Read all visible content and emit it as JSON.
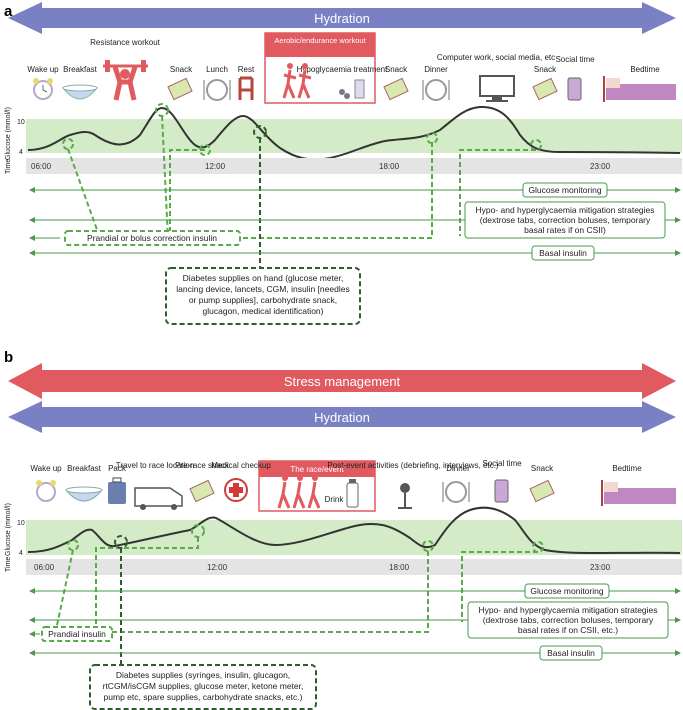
{
  "panel_a": {
    "letter": "a",
    "banner": "Hydration",
    "banner_color": "#7a80c4",
    "activities": [
      "Wake up",
      "Breakfast",
      "Resistance workout",
      "Snack",
      "Lunch",
      "Rest",
      "Hypoglycaemia treatment",
      "Snack",
      "Dinner",
      "Computer work, social media, etc",
      "Snack",
      "Social time",
      "Bedtime"
    ],
    "aerobic_box": "Aerobic/endurance workout",
    "glucose_label": "Glucose (mmol/l)",
    "y_ticks": [
      "10",
      "4"
    ],
    "time_label": "Time",
    "time_ticks": [
      "06:00",
      "12:00",
      "18:00",
      "23:00"
    ],
    "glucose_monitoring": "Glucose monitoring",
    "hypo_lines": [
      "Hypo- and hyperglycaemia mitigation strategies",
      "(dextrose tabs, correction boluses, temporary",
      "basal rates if on CSII)"
    ],
    "prandial": "Prandial or bolus correction insulin",
    "basal": "Basal insulin",
    "supplies_lines": [
      "Diabetes supplies on hand (glucose meter,",
      "lancing device, lancets, CGM, insulin [needles",
      "or pump supplies], carbohydrate snack,",
      "glucagon, medical identification)"
    ]
  },
  "panel_b": {
    "letter": "b",
    "banner_stress": "Stress management",
    "stress_color": "#e05a5f",
    "banner": "Hydration",
    "activities": [
      "Wake up",
      "Breakfast",
      "Pack",
      "Travel to race location",
      "Pre-race snack",
      "Medical checkup",
      "Drink",
      "Post-event activities (debriefing, interviews, etc.)",
      "Dinner",
      "Social time",
      "Snack",
      "Bedtime"
    ],
    "race_box": "The race/event",
    "glucose_label": "Glucose (mmol/l)",
    "y_ticks": [
      "10",
      "4"
    ],
    "time_label": "Time",
    "time_ticks": [
      "06:00",
      "12:00",
      "18:00",
      "23:00"
    ],
    "glucose_monitoring": "Glucose monitoring",
    "hypo_lines": [
      "Hypo- and hyperglycaemia mitigation strategies",
      "(dextrose tabs, correction boluses, temporary",
      "basal rates if on CSII, etc.)"
    ],
    "prandial": "Prandial insulin",
    "basal": "Basal insulin",
    "supplies_lines": [
      "Diabetes supplies (syringes, insulin, glucagon,",
      "rtCGM/isCGM supplies, glucose meter, ketone meter,",
      "pump etc, spare supplies, carbohydrate snacks, etc.)"
    ]
  }
}
